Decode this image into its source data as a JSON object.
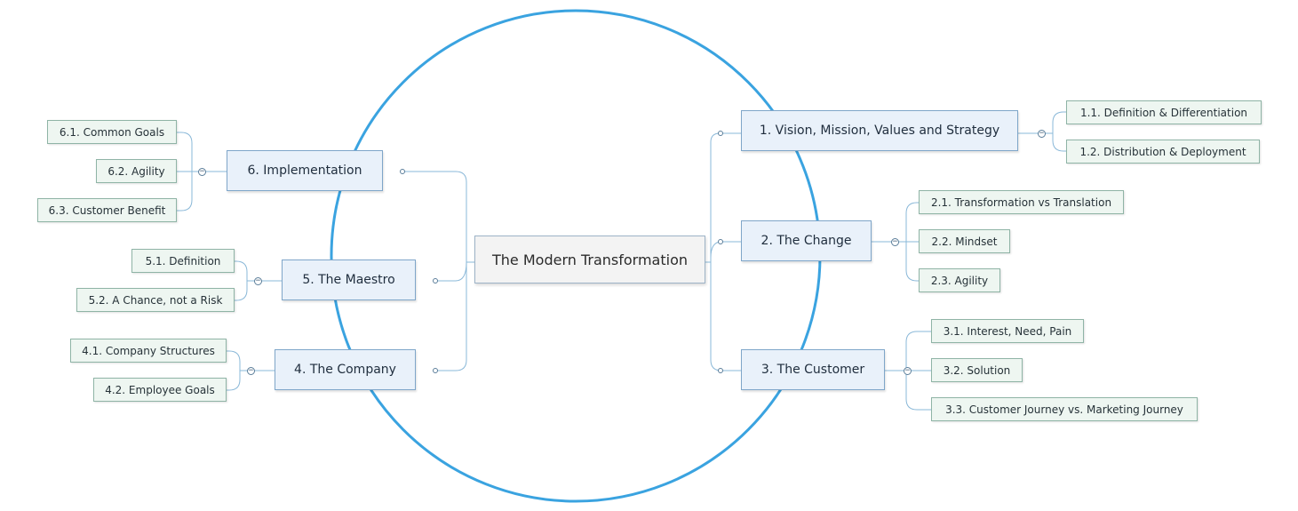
{
  "central_topic": "The Modern Transformation",
  "colors": {
    "circle": "#3aa3e0",
    "lines": "#7fb2d6",
    "main_fill": "#e9f1fa",
    "sub_fill": "#eef6f1"
  },
  "collapse_symbol": "−",
  "branches": [
    {
      "label": "1. Vision, Mission, Values and Strategy",
      "children": [
        "1.1. Definition & Differentiation",
        "1.2. Distribution & Deployment"
      ]
    },
    {
      "label": "2. The Change",
      "children": [
        "2.1. Transformation vs Translation",
        "2.2. Mindset",
        "2.3. Agility"
      ]
    },
    {
      "label": "3. The Customer",
      "children": [
        "3.1. Interest, Need, Pain",
        "3.2. Solution",
        "3.3. Customer Journey vs. Marketing Journey"
      ]
    },
    {
      "label": "4. The Company",
      "children": [
        "4.1. Company Structures",
        "4.2. Employee Goals"
      ]
    },
    {
      "label": "5. The Maestro",
      "children": [
        "5.1. Definition",
        "5.2. A Chance, not a Risk"
      ]
    },
    {
      "label": "6. Implementation",
      "children": [
        "6.1. Common Goals",
        "6.2. Agility",
        "6.3. Customer Benefit"
      ]
    }
  ]
}
